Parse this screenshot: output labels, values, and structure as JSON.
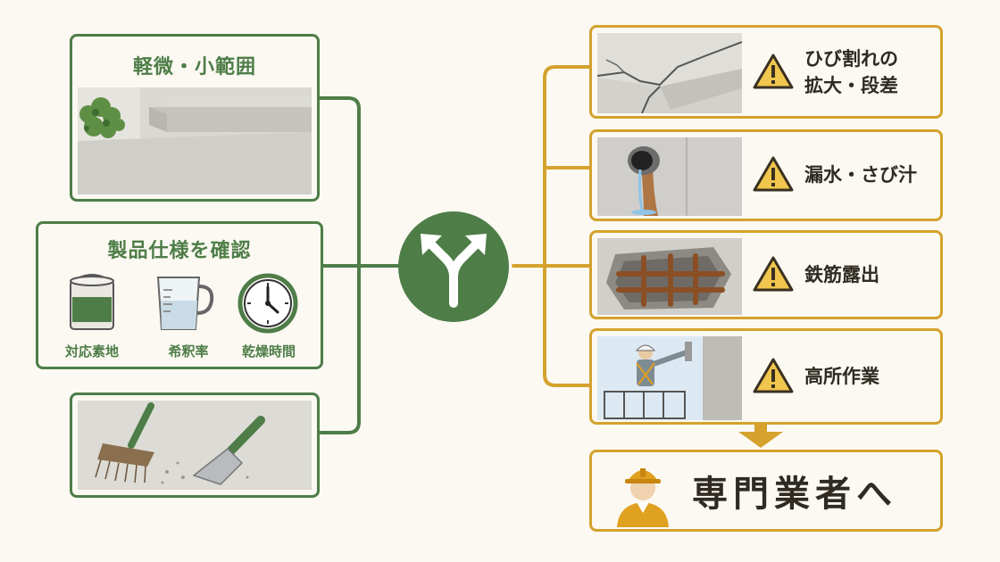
{
  "left": {
    "minor": {
      "title": "軽微・小範囲",
      "illustration": "concrete-floor-step"
    },
    "spec": {
      "title": "製品仕様を確認",
      "items": [
        {
          "label": "対応素地",
          "icon": "paint-can-icon"
        },
        {
          "label": "希釈率",
          "icon": "measuring-cup-icon"
        },
        {
          "label": "乾燥時間",
          "icon": "clock-icon"
        }
      ]
    },
    "prep": {
      "illustration": "broom-and-scraper"
    }
  },
  "center": {
    "icon": "branch-split-icon"
  },
  "right": {
    "items": [
      {
        "label": "ひび割れの\n拡大・段差",
        "illustration": "cracked-concrete",
        "icon": "warning-icon"
      },
      {
        "label": "漏水・さび汁",
        "illustration": "leaking-pipe-rust",
        "icon": "warning-icon"
      },
      {
        "label": "鉄筋露出",
        "illustration": "exposed-rebar",
        "icon": "warning-icon"
      },
      {
        "label": "高所作業",
        "illustration": "worker-on-lift",
        "icon": "warning-icon"
      }
    ],
    "result": {
      "label": "専門業者へ",
      "icon": "worker-helmet-icon"
    }
  },
  "colors": {
    "green": "#4e7d48",
    "gold": "#d4a22d",
    "background": "#fbf9f2",
    "warning": "#f0c64e"
  }
}
